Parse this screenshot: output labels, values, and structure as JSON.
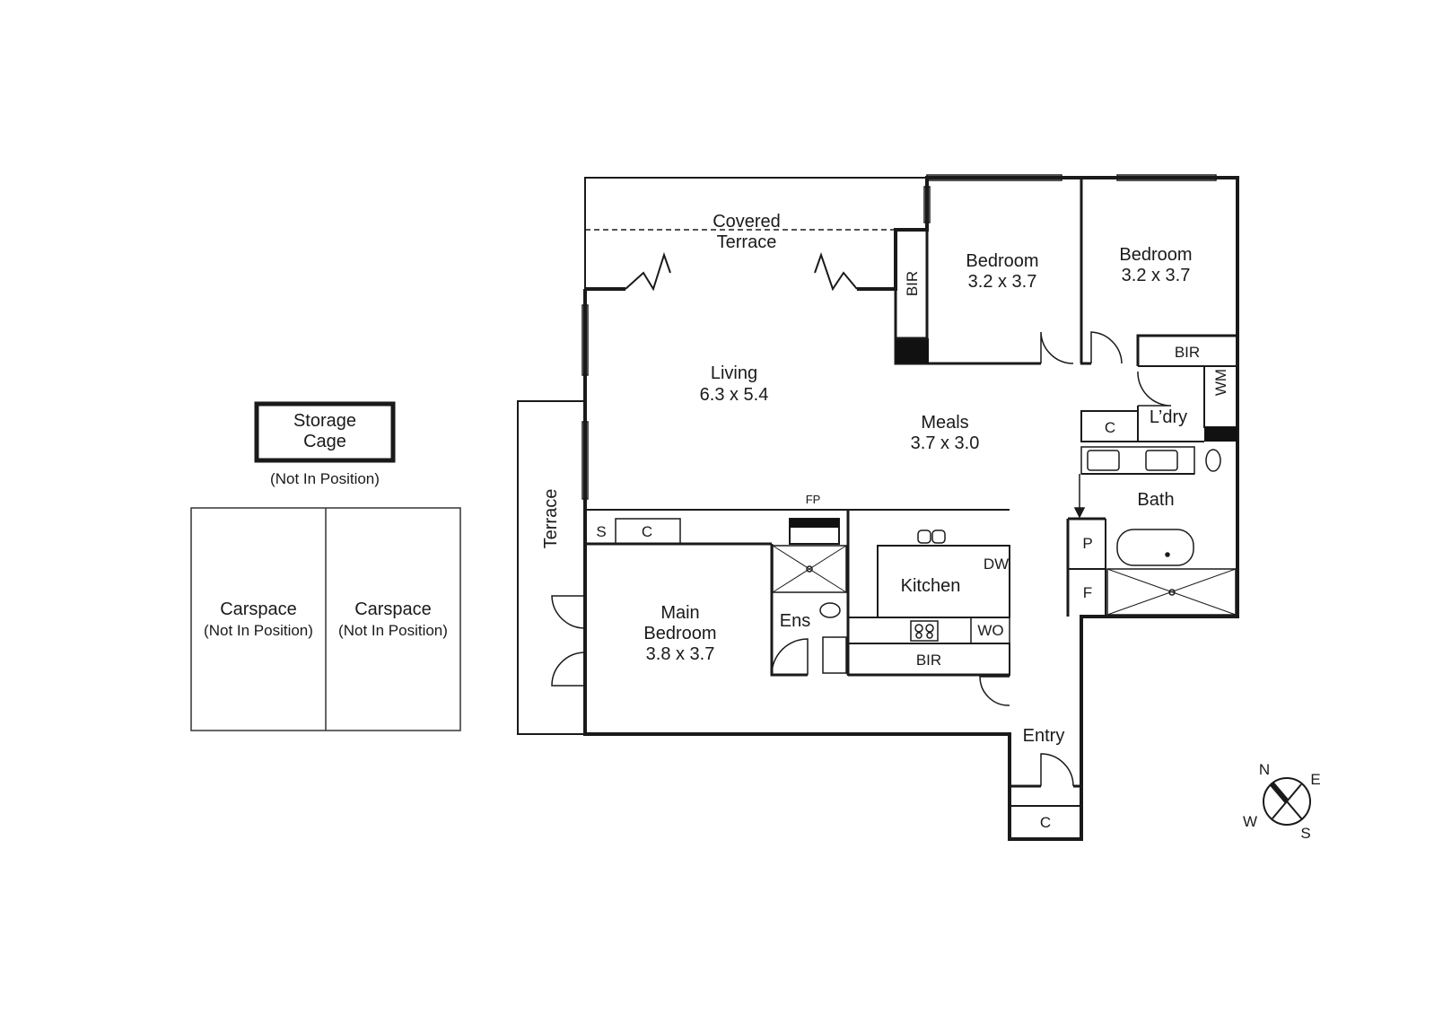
{
  "storage": {
    "title_line1": "Storage",
    "title_line2": "Cage",
    "note": "(Not In Position)"
  },
  "carspaces": [
    {
      "label": "Carspace",
      "note": "(Not In Position)"
    },
    {
      "label": "Carspace",
      "note": "(Not In Position)"
    }
  ],
  "rooms": {
    "covered_terrace_line1": "Covered",
    "covered_terrace_line2": "Terrace",
    "terrace": "Terrace",
    "living": {
      "name": "Living",
      "size": "6.3 x 5.4"
    },
    "meals": {
      "name": "Meals",
      "size": "3.7 x 3.0"
    },
    "bedroom1": {
      "name": "Bedroom",
      "size": "3.2 x 3.7"
    },
    "bedroom2": {
      "name": "Bedroom",
      "size": "3.2 x 3.7"
    },
    "main_bedroom": {
      "name_line1": "Main",
      "name_line2": "Bedroom",
      "size": "3.8 x 3.7"
    },
    "kitchen": "Kitchen",
    "ensuite": "Ens",
    "bath": "Bath",
    "laundry": "L’dry",
    "entry": "Entry"
  },
  "fixtures": {
    "bir_vertical": "BIR",
    "bir_bedroom": "BIR",
    "bir_main": "BIR",
    "wm": "WM",
    "c_laundry": "C",
    "s": "S",
    "c_living": "C",
    "fp": "FP",
    "dw": "DW",
    "wo": "WO",
    "p": "P",
    "f": "F",
    "c_entry": "C"
  },
  "compass": {
    "n": "N",
    "e": "E",
    "s": "S",
    "w": "W"
  },
  "colors": {
    "wall": "#1a1a1a",
    "background": "#ffffff",
    "fill_dark": "#111111"
  }
}
